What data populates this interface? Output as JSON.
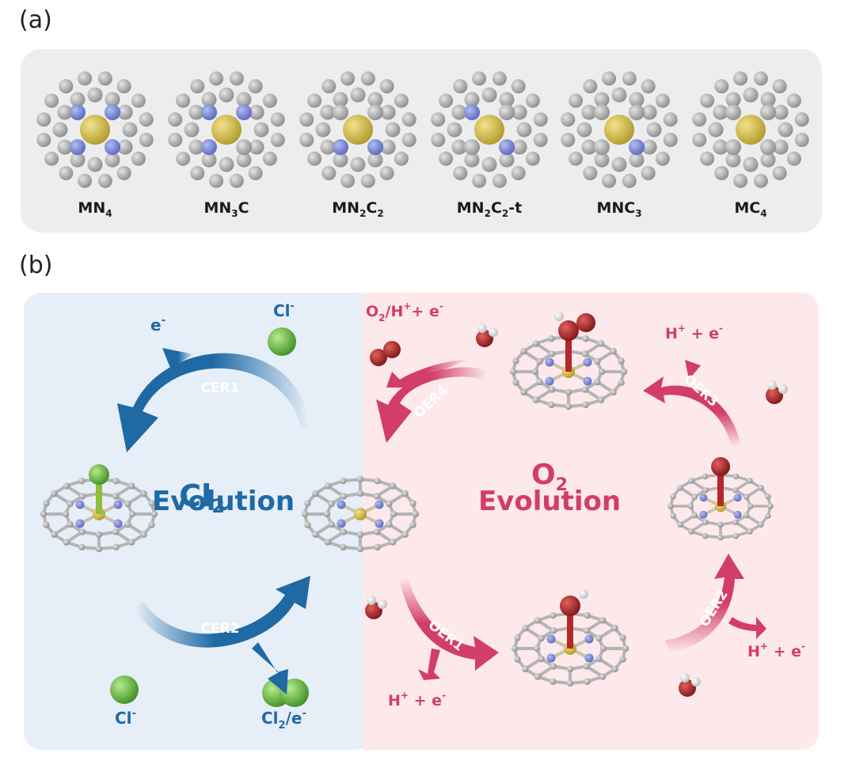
{
  "panel_a": {
    "label": "(a)",
    "motifs": [
      {
        "name": "MN",
        "sub": "4",
        "rest": "",
        "rest_sub": "",
        "tail": "",
        "n_sites": [
          0,
          1,
          2,
          3
        ]
      },
      {
        "name": "MN",
        "sub": "3",
        "rest": "C",
        "rest_sub": "",
        "tail": "",
        "n_sites": [
          0,
          1,
          2
        ]
      },
      {
        "name": "MN",
        "sub": "2",
        "rest": "C",
        "rest_sub": "2",
        "tail": "",
        "n_sites": [
          2,
          3
        ]
      },
      {
        "name": "MN",
        "sub": "2",
        "rest": "C",
        "rest_sub": "2",
        "tail": "-t",
        "n_sites": [
          0,
          3
        ]
      },
      {
        "name": "MNC",
        "sub": "3",
        "rest": "",
        "rest_sub": "",
        "tail": "",
        "n_sites": [
          3
        ]
      },
      {
        "name": "MC",
        "sub": "4",
        "rest": "",
        "rest_sub": "",
        "tail": "",
        "n_sites": []
      }
    ]
  },
  "panel_b": {
    "label": "(b)",
    "cl2": {
      "title_main": "Cl",
      "title_sub": "2",
      "title_line2": "Evolution",
      "cer1": "CER1",
      "cer2": "CER2",
      "e_minus": "e",
      "cl_top": "Cl",
      "cl_bottom": "Cl",
      "cl2_e": "Cl",
      "cl2_e_sub": "2",
      "cl2_e_tail": "/e"
    },
    "o2": {
      "title_main": "O",
      "title_sub": "2",
      "title_line2": "Evolution",
      "oer1": "OER1",
      "oer2": "OER2",
      "oer3": "OER3",
      "oer4": "OER4",
      "o2_h": "O",
      "o2_h_sub": "2",
      "o2_h_tail": "/H",
      "o2_h_end": "+ e",
      "h_plus_e": "H",
      "h_plus_e_tail": " + e"
    }
  },
  "colors": {
    "blue": "#1f6aa5",
    "pink": "#d23d6a",
    "blue_bg": "#e6eef8",
    "pink_bg": "#fde8ec",
    "carbon": "#b0b0b0",
    "nitrogen": "#7f8fd8",
    "metal": "#d8c251",
    "oxygen": "#b3282b",
    "chlorine": "#6cc04a"
  }
}
